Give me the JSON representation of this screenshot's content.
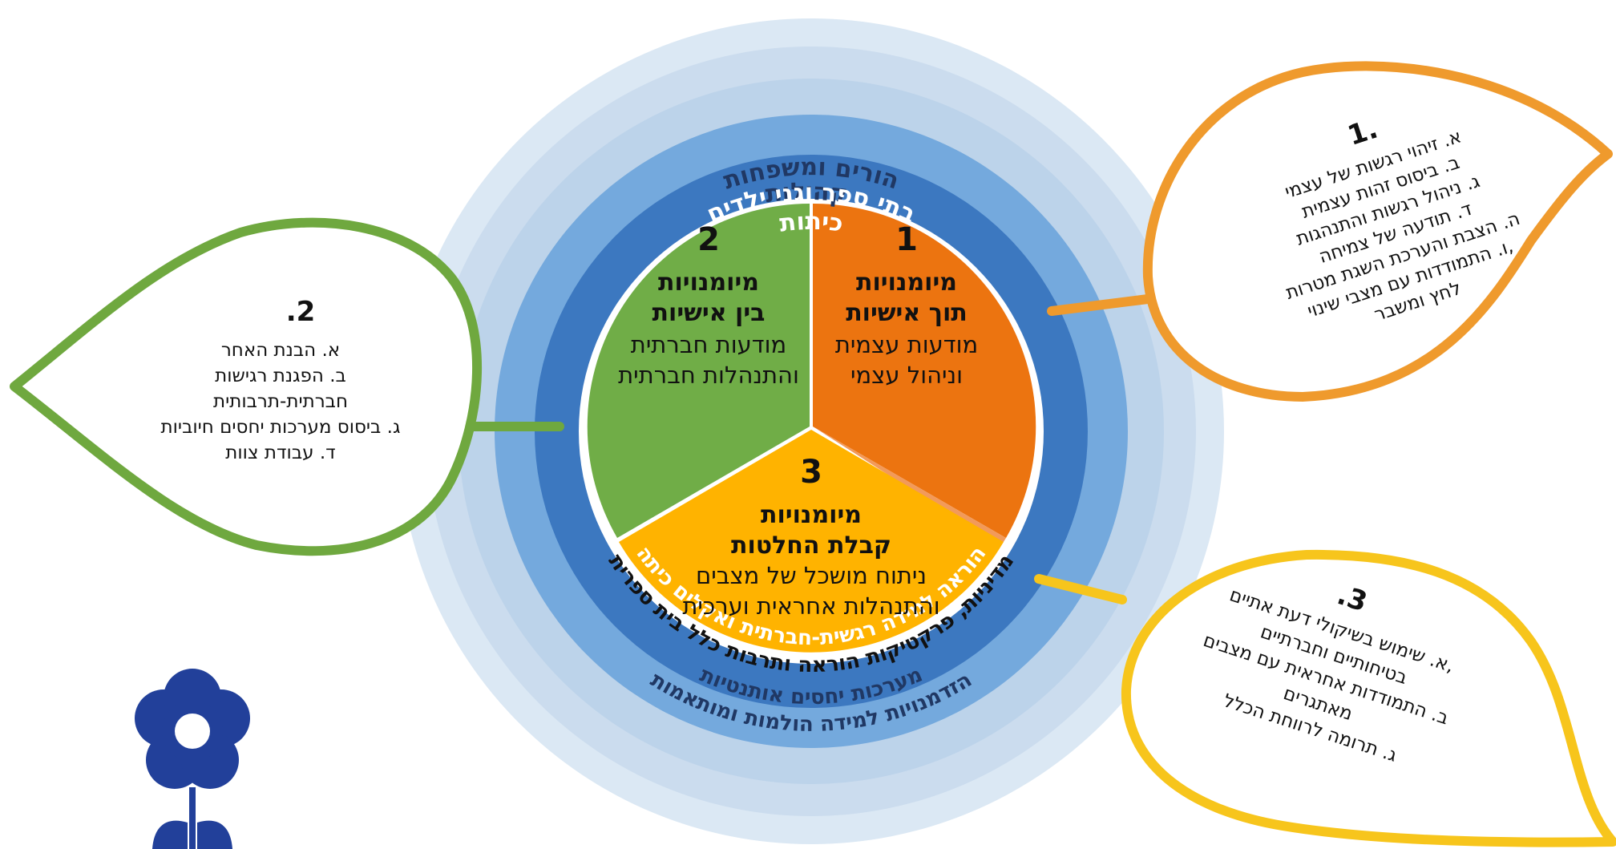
{
  "colors": {
    "ring_outer": "#dbe8f4",
    "ring_2": "#bcd3ea",
    "ring_3": "#9fbfe3",
    "ring_4": "#6ea6dc",
    "ring_inner": "#3c78c0",
    "sector_1": "#ec7410",
    "sector_2": "#70ad47",
    "sector_3": "#ffb300",
    "leaf_1": "#ef9a2d",
    "leaf_2": "#6fa83f",
    "leaf_3": "#f7c51c",
    "flower": "#22409a"
  },
  "rings": {
    "top": [
      "קהילות",
      "הורים ומשפחות",
      "בתי ספר וגני ילדים",
      "כיתות"
    ],
    "bottom_inner": "הוראה למידה רגשית-חברתית ואקלים כיתה",
    "bottom_middle": "מדיניות, פרקטיקות הוראה ותרבות כלל בית ספרית",
    "bottom_outer_1": "מערכות יחסים אותנטיות",
    "bottom_outer_2": "הזדמנויות למידה הולמות ומותאמות"
  },
  "sectors": [
    {
      "num": "1",
      "title_1": "מיומנויות",
      "title_2": "תוך אישיות",
      "sub_1": "מודעות עצמית",
      "sub_2": "וניהול עצמי"
    },
    {
      "num": "2",
      "title_1": "מיומנויות",
      "title_2": "בין אישיות",
      "sub_1": "מודעות חברתית",
      "sub_2": "והתנהלות חברתית"
    },
    {
      "num": "3",
      "title_1": "מיומנויות",
      "title_2": "קבלת החלטות",
      "sub_1": "ניתוח מושכל של מצבים",
      "sub_2": "והתנהלות אחראית וערכית"
    }
  ],
  "leaves": {
    "leaf_1": {
      "num": "1.",
      "items": [
        "א. זיהוי רגשות של עצמי",
        "ב. ביסוס זהות עצמית",
        "ג. ניהול רגשות והתנהגות",
        "ד. תודעה של צמיחה",
        "ה. הצבת והערכת השגת מטרות",
        "ו. התמודדות עם מצבי שינוי,",
        "לחץ ומשבר"
      ]
    },
    "leaf_2": {
      "num": ".2",
      "items": [
        "א. הבנת האחר",
        "ב. הפגנת רגישות",
        "חברתית-תרבותית",
        "ג. ביסוס מערכות יחסים חיוביות",
        "ד. עבודת צוות"
      ]
    },
    "leaf_3": {
      "num": ".3",
      "items": [
        "א. שימוש בשיקולי דעת אתיים,",
        "בטיחותיים וחברתיים",
        "ב. התמודדות אחראית עם מצבים",
        "מאתגרים",
        "ג. תרומה לרווחת הכלל"
      ]
    }
  }
}
